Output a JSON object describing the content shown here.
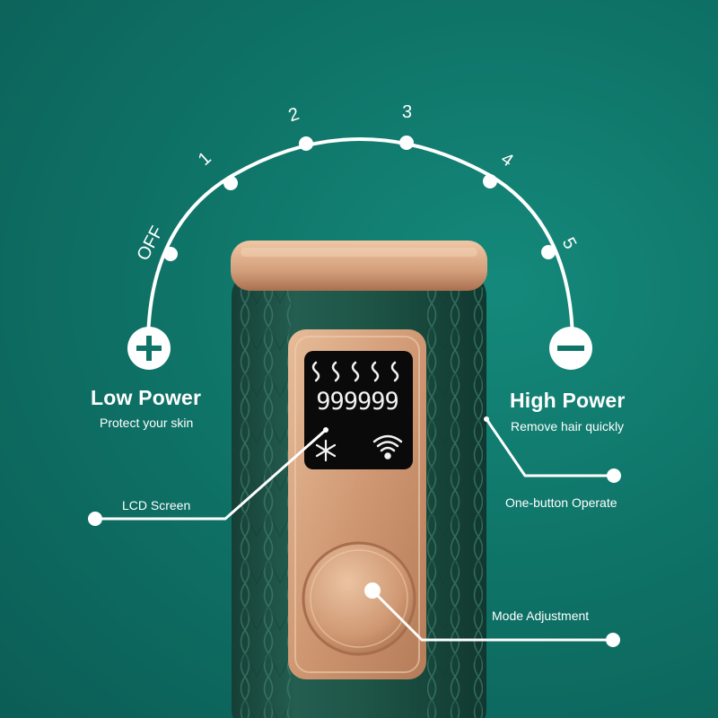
{
  "scale": {
    "labels": [
      "OFF",
      "1",
      "2",
      "3",
      "4",
      "5"
    ]
  },
  "low_power": {
    "title": "Low Power",
    "subtitle": "Protect your skin"
  },
  "high_power": {
    "title": "High Power",
    "subtitle": "Remove hair quickly"
  },
  "callouts": {
    "lcd": "LCD Screen",
    "button": "One-button Operate",
    "mode": "Mode Adjustment"
  },
  "lcd": {
    "digits": "999999"
  },
  "icons": {
    "plus": "plus-icon",
    "minus": "minus-icon",
    "heat": "heat-waves-icon",
    "cool": "snowflake-icon",
    "signal": "signal-icon"
  },
  "colors": {
    "background": "#0f7468",
    "device_body": "#1f5a4d",
    "device_gold": "#d4a07c",
    "lcd_screen": "#0a0a0a"
  }
}
